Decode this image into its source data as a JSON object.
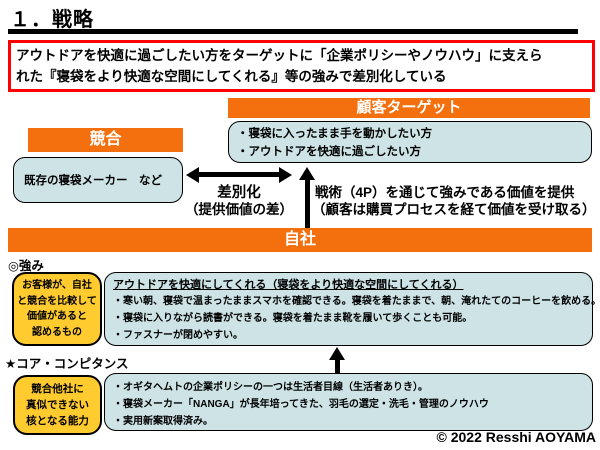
{
  "page": {
    "title": "１．戦略",
    "copyright": "© 2022 Resshi AOYAMA"
  },
  "headline": {
    "line1": "アウトドアを快適に過ごしたい方をターゲットに「企業ポリシーやノウハウ」に支えら",
    "line2": "れた『寝袋をより快適な空間にしてくれる』等の強みで差別化している"
  },
  "customer_target": {
    "header": "顧客ターゲット",
    "bullets": [
      "・寝袋に入ったまま手を動かしたい方",
      "・アウトドアを快適に過ごしたい方"
    ]
  },
  "competitor": {
    "header": "競合",
    "body": "既存の寝袋メーカー　など"
  },
  "relations": {
    "differentiation_label": "差別化",
    "differentiation_sub": "（提供価値の差）",
    "tactics_line1": "戦術（4P）を通じて強みである価値を提供",
    "tactics_line2": "（顧客は購買プロセスを経て価値を受け取る）"
  },
  "company": {
    "header": "自社",
    "strengths_label": "◎強み",
    "strengths_definition": {
      "line1": "お客様が、自社",
      "line2": "と競合を比較して",
      "line3": "価値があると",
      "line4": "認めるもの"
    },
    "strengths": {
      "title": "アウトドアを快適にしてくれる（寝袋をより快適な空間にしてくれる）",
      "bullets": [
        "・寒い朝、寝袋で温まったままスマホを確認できる。寝袋を着たままで、朝、淹れたてのコーヒーを飲める。",
        "・寝袋に入りながら読書ができる。寝袋を着たまま靴を履いて歩くことも可能。",
        "・ファスナーが閉めやすい。"
      ]
    },
    "core_label": "★コア・コンピタンス",
    "core_definition": {
      "line1": "競合他社に",
      "line2": "真似できない",
      "line3": "核となる能力"
    },
    "core": {
      "bullets": [
        "・オギタヘムトの企業ポリシーの一つは生活者目線（生活者ありき）。",
        "・寝袋メーカー「NANGA」が長年培ってきた、羽毛の選定・洗毛・管理のノウハウ",
        "・実用新案取得済み。"
      ]
    }
  },
  "colors": {
    "orange": "#f4700e",
    "panel_blue": "#cde3e6",
    "yellow": "#ffcb2f",
    "red_border": "#ff0000"
  }
}
